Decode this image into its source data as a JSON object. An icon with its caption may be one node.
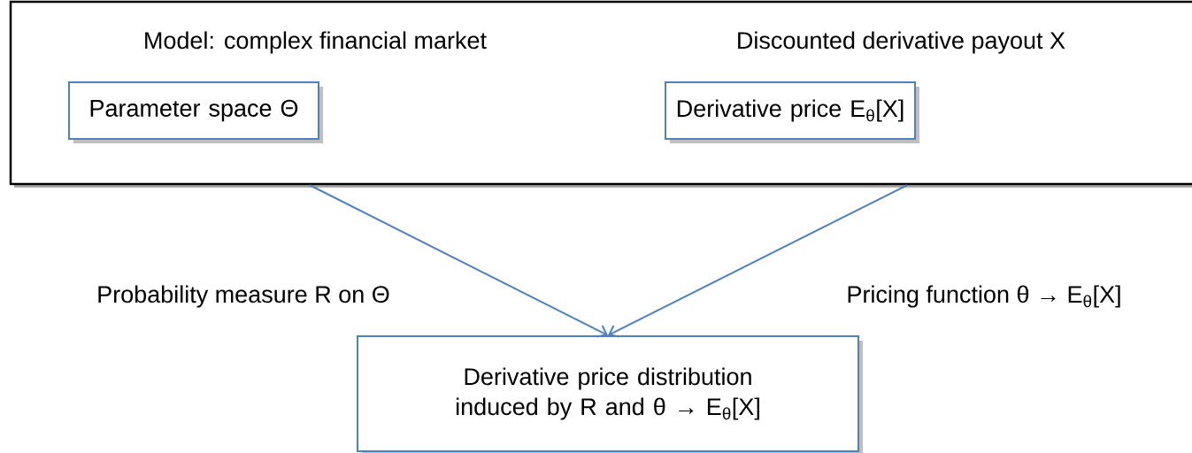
{
  "diagram": {
    "nodes": [
      {
        "text": [
          "Model: complex financial market",
          "Discounted derivative payout X"
        ]
      },
      {
        "text": [
          "Parameter space Θ"
        ],
        "in": 0
      },
      {
        "text": [
          "Derivative price E$_{θ}$[X]"
        ],
        "in": 0
      },
      {
        "text": [
          "Derivative price distribution induced by R and θ → E$_{θ}$[X]"
        ]
      }
    ],
    "edges": [
      {
        "from": 0,
        "to": 3,
        "arrow": "to",
        "label": "Probability measure R on Θ"
      },
      {
        "from": 0,
        "to": 3,
        "arrow": "to",
        "label": "Pricing function θ → E$_{θ}$[X]"
      }
    ]
  }
}
